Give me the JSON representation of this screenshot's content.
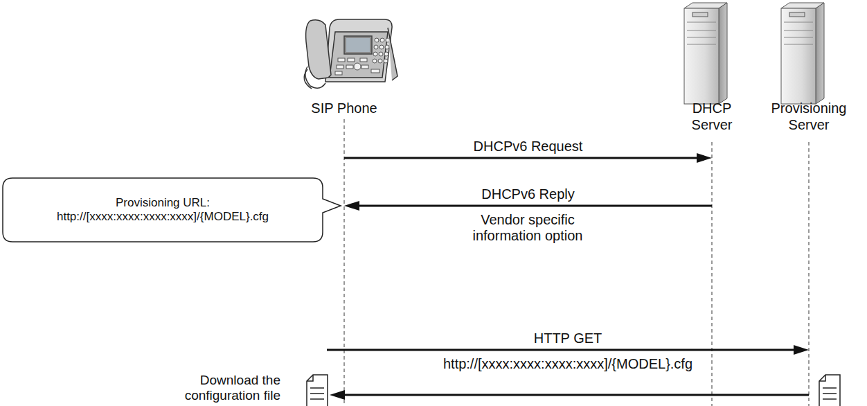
{
  "diagram": {
    "nodes": [
      {
        "text": [
          "SIP Phone"
        ]
      },
      {
        "text": [
          "DHCP Server"
        ]
      },
      {
        "text": [
          "Provisioning Server"
        ]
      },
      {
        "text": [
          "Provisioning URL:",
          "http://[xxxx:xxxx:xxxx:xxxx]/{MODEL}.cfg"
        ]
      }
    ],
    "edges": [
      {
        "from": 0,
        "to": 1,
        "arrow": "to",
        "label": "DHCPv6 Request"
      },
      {
        "from": 1,
        "to": 0,
        "arrow": "to",
        "label": "DHCPv6 Reply"
      },
      {
        "from": 0,
        "to": 2,
        "arrow": "to",
        "label": "HTTP GET"
      },
      {
        "from": 2,
        "to": 0,
        "arrow": "to"
      }
    ],
    "labels": [
      "Vendor specific information option",
      "http://[xxxx:xxxx:xxxx:xxxx]/{MODEL}.cfg",
      "Download the configuration file"
    ]
  }
}
